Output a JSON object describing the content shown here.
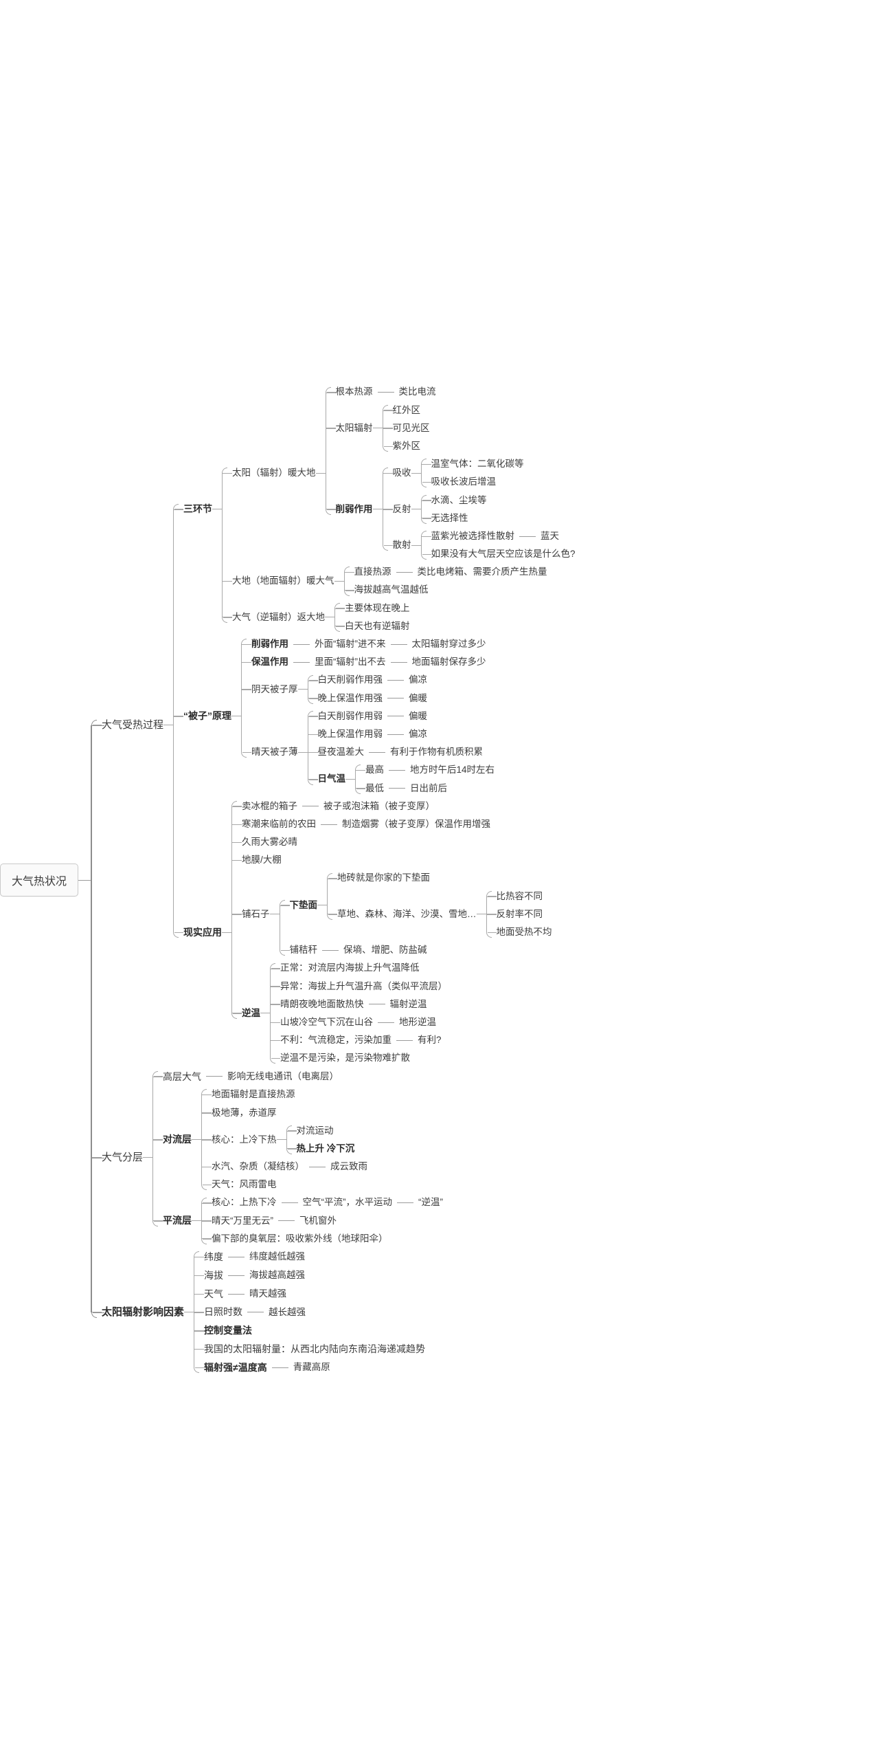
{
  "root": {
    "title": "大气热状况"
  },
  "branches": [
    {
      "label": "大气受热过程",
      "bold": false,
      "children": [
        {
          "label": "三环节",
          "bold": true,
          "children": [
            {
              "label": "太阳（辐射）暖大地",
              "bold": false,
              "children": [
                {
                  "label": "根本热源",
                  "bold": false,
                  "inline": "类比电流"
                },
                {
                  "label": "太阳辐射",
                  "bold": false,
                  "children": [
                    {
                      "label": "红外区",
                      "bold": false
                    },
                    {
                      "label": "可见光区",
                      "bold": false
                    },
                    {
                      "label": "紫外区",
                      "bold": false
                    }
                  ]
                },
                {
                  "label": "削弱作用",
                  "bold": true,
                  "children": [
                    {
                      "label": "吸收",
                      "bold": false,
                      "children": [
                        {
                          "label": "温室气体：二氧化碳等",
                          "bold": false
                        },
                        {
                          "label": "吸收长波后增温",
                          "bold": false
                        }
                      ]
                    },
                    {
                      "label": "反射",
                      "bold": false,
                      "children": [
                        {
                          "label": "水滴、尘埃等",
                          "bold": false
                        },
                        {
                          "label": "无选择性",
                          "bold": false
                        }
                      ]
                    },
                    {
                      "label": "散射",
                      "bold": false,
                      "children": [
                        {
                          "label": "蓝紫光被选择性散射",
                          "bold": false,
                          "inline": "蓝天"
                        },
                        {
                          "label": "如果没有大气层天空应该是什么色?",
                          "bold": false
                        }
                      ]
                    }
                  ]
                }
              ]
            },
            {
              "label": "大地（地面辐射）暖大气",
              "bold": false,
              "children": [
                {
                  "label": "直接热源",
                  "bold": false,
                  "inline": "类比电烤箱、需要介质产生热量"
                },
                {
                  "label": "海拔越高气温越低",
                  "bold": false
                }
              ]
            },
            {
              "label": "大气（逆辐射）返大地",
              "bold": false,
              "children": [
                {
                  "label": "主要体现在晚上",
                  "bold": false
                },
                {
                  "label": "白天也有逆辐射",
                  "bold": false
                }
              ]
            }
          ]
        },
        {
          "label": "“被子”原理",
          "bold": true,
          "children": [
            {
              "label": "削弱作用",
              "bold": true,
              "inline": "外面“辐射”进不来",
              "inline2": "太阳辐射穿过多少"
            },
            {
              "label": "保温作用",
              "bold": true,
              "inline": "里面“辐射”出不去",
              "inline2": "地面辐射保存多少"
            },
            {
              "label": "阴天被子厚",
              "bold": false,
              "children": [
                {
                  "label": "白天削弱作用强",
                  "bold": false,
                  "inline": "偏凉"
                },
                {
                  "label": "晚上保温作用强",
                  "bold": false,
                  "inline": "偏暖"
                }
              ]
            },
            {
              "label": "晴天被子薄",
              "bold": false,
              "children": [
                {
                  "label": "白天削弱作用弱",
                  "bold": false,
                  "inline": "偏暖"
                },
                {
                  "label": "晚上保温作用弱",
                  "bold": false,
                  "inline": "偏凉"
                },
                {
                  "label": "昼夜温差大",
                  "bold": false,
                  "inline": "有利于作物有机质积累"
                },
                {
                  "label": "日气温",
                  "bold": true,
                  "children": [
                    {
                      "label": "最高",
                      "bold": false,
                      "inline": "地方时午后14时左右"
                    },
                    {
                      "label": "最低",
                      "bold": false,
                      "inline": "日出前后"
                    }
                  ]
                }
              ]
            }
          ]
        },
        {
          "label": "现实应用",
          "bold": true,
          "children": [
            {
              "label": "卖冰棍的箱子",
              "bold": false,
              "inline": "被子或泡沫箱（被子变厚）"
            },
            {
              "label": "寒潮来临前的农田",
              "bold": false,
              "inline": "制造烟雾（被子变厚）保温作用增强"
            },
            {
              "label": "久雨大雾必晴",
              "bold": false
            },
            {
              "label": "地膜/大棚",
              "bold": false
            },
            {
              "label": "铺石子",
              "bold": false,
              "children": [
                {
                  "label": "下垫面",
                  "bold": true,
                  "children": [
                    {
                      "label": "地砖就是你家的下垫面",
                      "bold": false
                    },
                    {
                      "label": "草地、森林、海洋、沙漠、雪地…",
                      "bold": false,
                      "children": [
                        {
                          "label": "比热容不同",
                          "bold": false
                        },
                        {
                          "label": "反射率不同",
                          "bold": false
                        },
                        {
                          "label": "地面受热不均",
                          "bold": false
                        }
                      ]
                    }
                  ]
                },
                {
                  "label": "铺秸秆",
                  "bold": false,
                  "inline": "保墒、增肥、防盐碱"
                }
              ]
            },
            {
              "label": "逆温",
              "bold": true,
              "children": [
                {
                  "label": "正常：对流层内海拔上升气温降低",
                  "bold": false
                },
                {
                  "label": "异常：海拔上升气温升高（类似平流层）",
                  "bold": false
                },
                {
                  "label": "晴朗夜晚地面散热快",
                  "bold": false,
                  "inline": "辐射逆温"
                },
                {
                  "label": "山坡冷空气下沉在山谷",
                  "bold": false,
                  "inline": "地形逆温"
                },
                {
                  "label": "不利：气流稳定，污染加重",
                  "bold": false,
                  "inline": "有利?"
                },
                {
                  "label": "逆温不是污染，是污染物难扩散",
                  "bold": false
                }
              ]
            }
          ]
        }
      ]
    },
    {
      "label": "大气分层",
      "bold": false,
      "children": [
        {
          "label": "高层大气",
          "bold": false,
          "inline": "影响无线电通讯（电离层）"
        },
        {
          "label": "对流层",
          "bold": true,
          "children": [
            {
              "label": "地面辐射是直接热源",
              "bold": false
            },
            {
              "label": "极地薄，赤道厚",
              "bold": false
            },
            {
              "label": "核心：上冷下热",
              "bold": false,
              "children": [
                {
                  "label": "对流运动",
                  "bold": false
                },
                {
                  "label": "热上升 冷下沉",
                  "bold": true
                }
              ]
            },
            {
              "label": "水汽、杂质（凝结核）",
              "bold": false,
              "inline": "成云致雨"
            },
            {
              "label": "天气：风雨雷电",
              "bold": false
            }
          ]
        },
        {
          "label": "平流层",
          "bold": true,
          "children": [
            {
              "label": "核心：上热下冷",
              "bold": false,
              "inline": "空气“平流”，水平运动",
              "inline2": "“逆温”"
            },
            {
              "label": "晴天“万里无云”",
              "bold": false,
              "inline": "飞机窗外"
            },
            {
              "label": "偏下部的臭氧层：吸收紫外线（地球阳伞）",
              "bold": false
            }
          ]
        }
      ]
    },
    {
      "label": "太阳辐射影响因素",
      "bold": true,
      "children": [
        {
          "label": "纬度",
          "bold": false,
          "inline": "纬度越低越强"
        },
        {
          "label": "海拔",
          "bold": false,
          "inline": "海拔越高越强"
        },
        {
          "label": "天气",
          "bold": false,
          "inline": "晴天越强"
        },
        {
          "label": "日照时数",
          "bold": false,
          "inline": "越长越强"
        },
        {
          "label": "控制变量法",
          "bold": true
        },
        {
          "label": "我国的太阳辐射量：从西北内陆向东南沿海递减趋势",
          "bold": false
        },
        {
          "label": "辐射强≠温度高",
          "bold": true,
          "inline": "青藏高原"
        }
      ]
    }
  ]
}
